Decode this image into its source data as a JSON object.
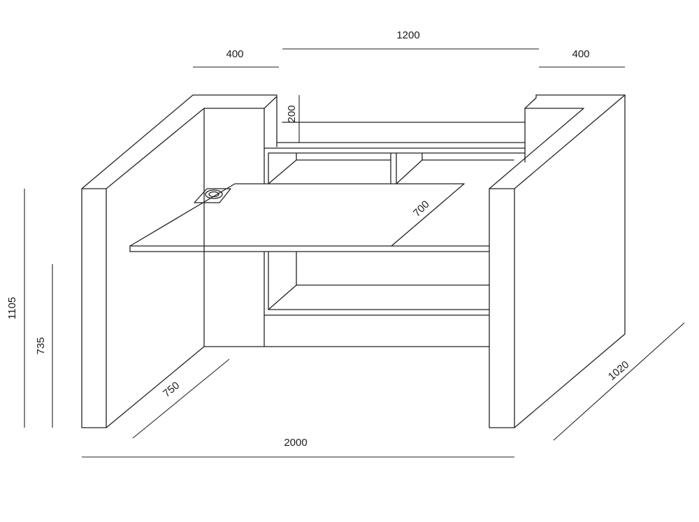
{
  "diagram": {
    "line_color": "#222222",
    "background": "#ffffff",
    "dimensions": {
      "top_total": "1200",
      "top_left_side": "400",
      "top_right_side": "400",
      "shelf_height": "200",
      "desk_depth": "700",
      "total_height": "1105",
      "desk_height": "735",
      "left_depth": "750",
      "total_width": "2000",
      "right_depth": "1020"
    }
  }
}
